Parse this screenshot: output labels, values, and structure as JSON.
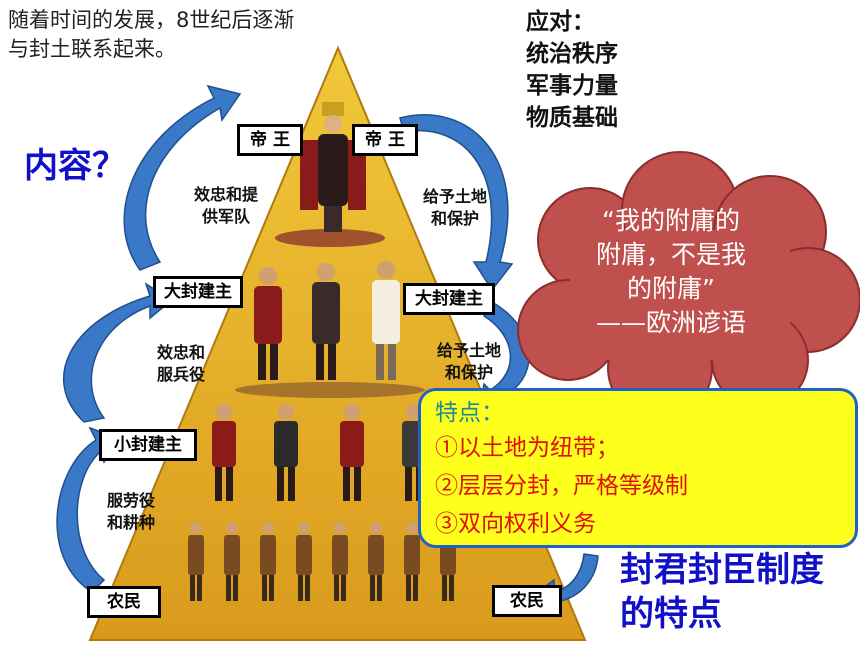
{
  "top_note": "随着时间的发展，8世纪后逐渐与封土联系起来。",
  "response": {
    "title": "应对：",
    "items": [
      "统治秩序",
      "军事力量",
      "物质基础"
    ]
  },
  "question": "内容？",
  "pyramid": {
    "levels": [
      {
        "left_label": "帝 王",
        "right_label": "帝 王"
      },
      {
        "left_label": "大封建主",
        "right_label": "大封建主"
      },
      {
        "left_label": "小封建主"
      },
      {
        "left_label": "农民",
        "right_label": "农民"
      }
    ],
    "left_relations": [
      {
        "line1": "效忠和提",
        "line2": "供军队"
      },
      {
        "line1": "效忠和",
        "line2": "服兵役"
      },
      {
        "line1": "服劳役",
        "line2": "和耕种"
      }
    ],
    "right_relations": [
      {
        "line1": "给予土地",
        "line2": "和保护"
      },
      {
        "line1": "给予土地",
        "line2": "和保护"
      }
    ]
  },
  "quote": {
    "line1": "“我的附庸的",
    "line2": "附庸，不是我",
    "line3": "的附庸”",
    "source": "——欧洲谚语"
  },
  "features": {
    "title": "特点：",
    "items": [
      "①以土地为纽带；",
      "②层层分封，严格等级制",
      "③双向权利义务"
    ]
  },
  "caption": {
    "line1": "封君封臣制度",
    "line2": "的特点"
  },
  "colors": {
    "pyramid_fill": "#e8b428",
    "arrow_blue": "#3a78c8",
    "cloud_fill": "#c0504d",
    "features_bg": "#ffff1e",
    "question_blue": "#1010c8"
  }
}
